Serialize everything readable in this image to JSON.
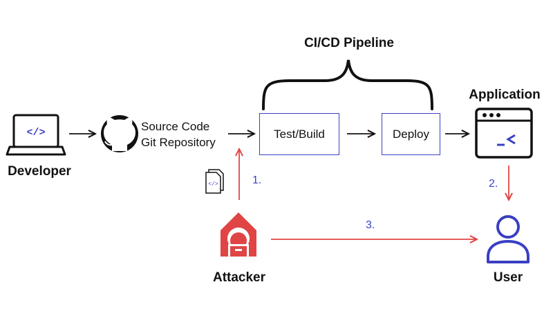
{
  "title": "CI/CD Pipeline",
  "nodes": {
    "developer": {
      "label": "Developer",
      "icon": "laptop-code-icon"
    },
    "repository": {
      "line1": "Source Code",
      "line2": "Git Repository",
      "icon": "github-icon"
    },
    "test_build": {
      "label": "Test/Build"
    },
    "deploy": {
      "label": "Deploy"
    },
    "application": {
      "label": "Application",
      "icon": "terminal-window-icon"
    },
    "attacker": {
      "label": "Attacker",
      "icon": "hooded-attacker-icon"
    },
    "user": {
      "label": "User",
      "icon": "user-icon"
    }
  },
  "steps": [
    "1.",
    "2.",
    "3."
  ],
  "colors": {
    "accent_blue": "#3a3fc4",
    "attack_red": "#e04545",
    "text": "#111111"
  }
}
